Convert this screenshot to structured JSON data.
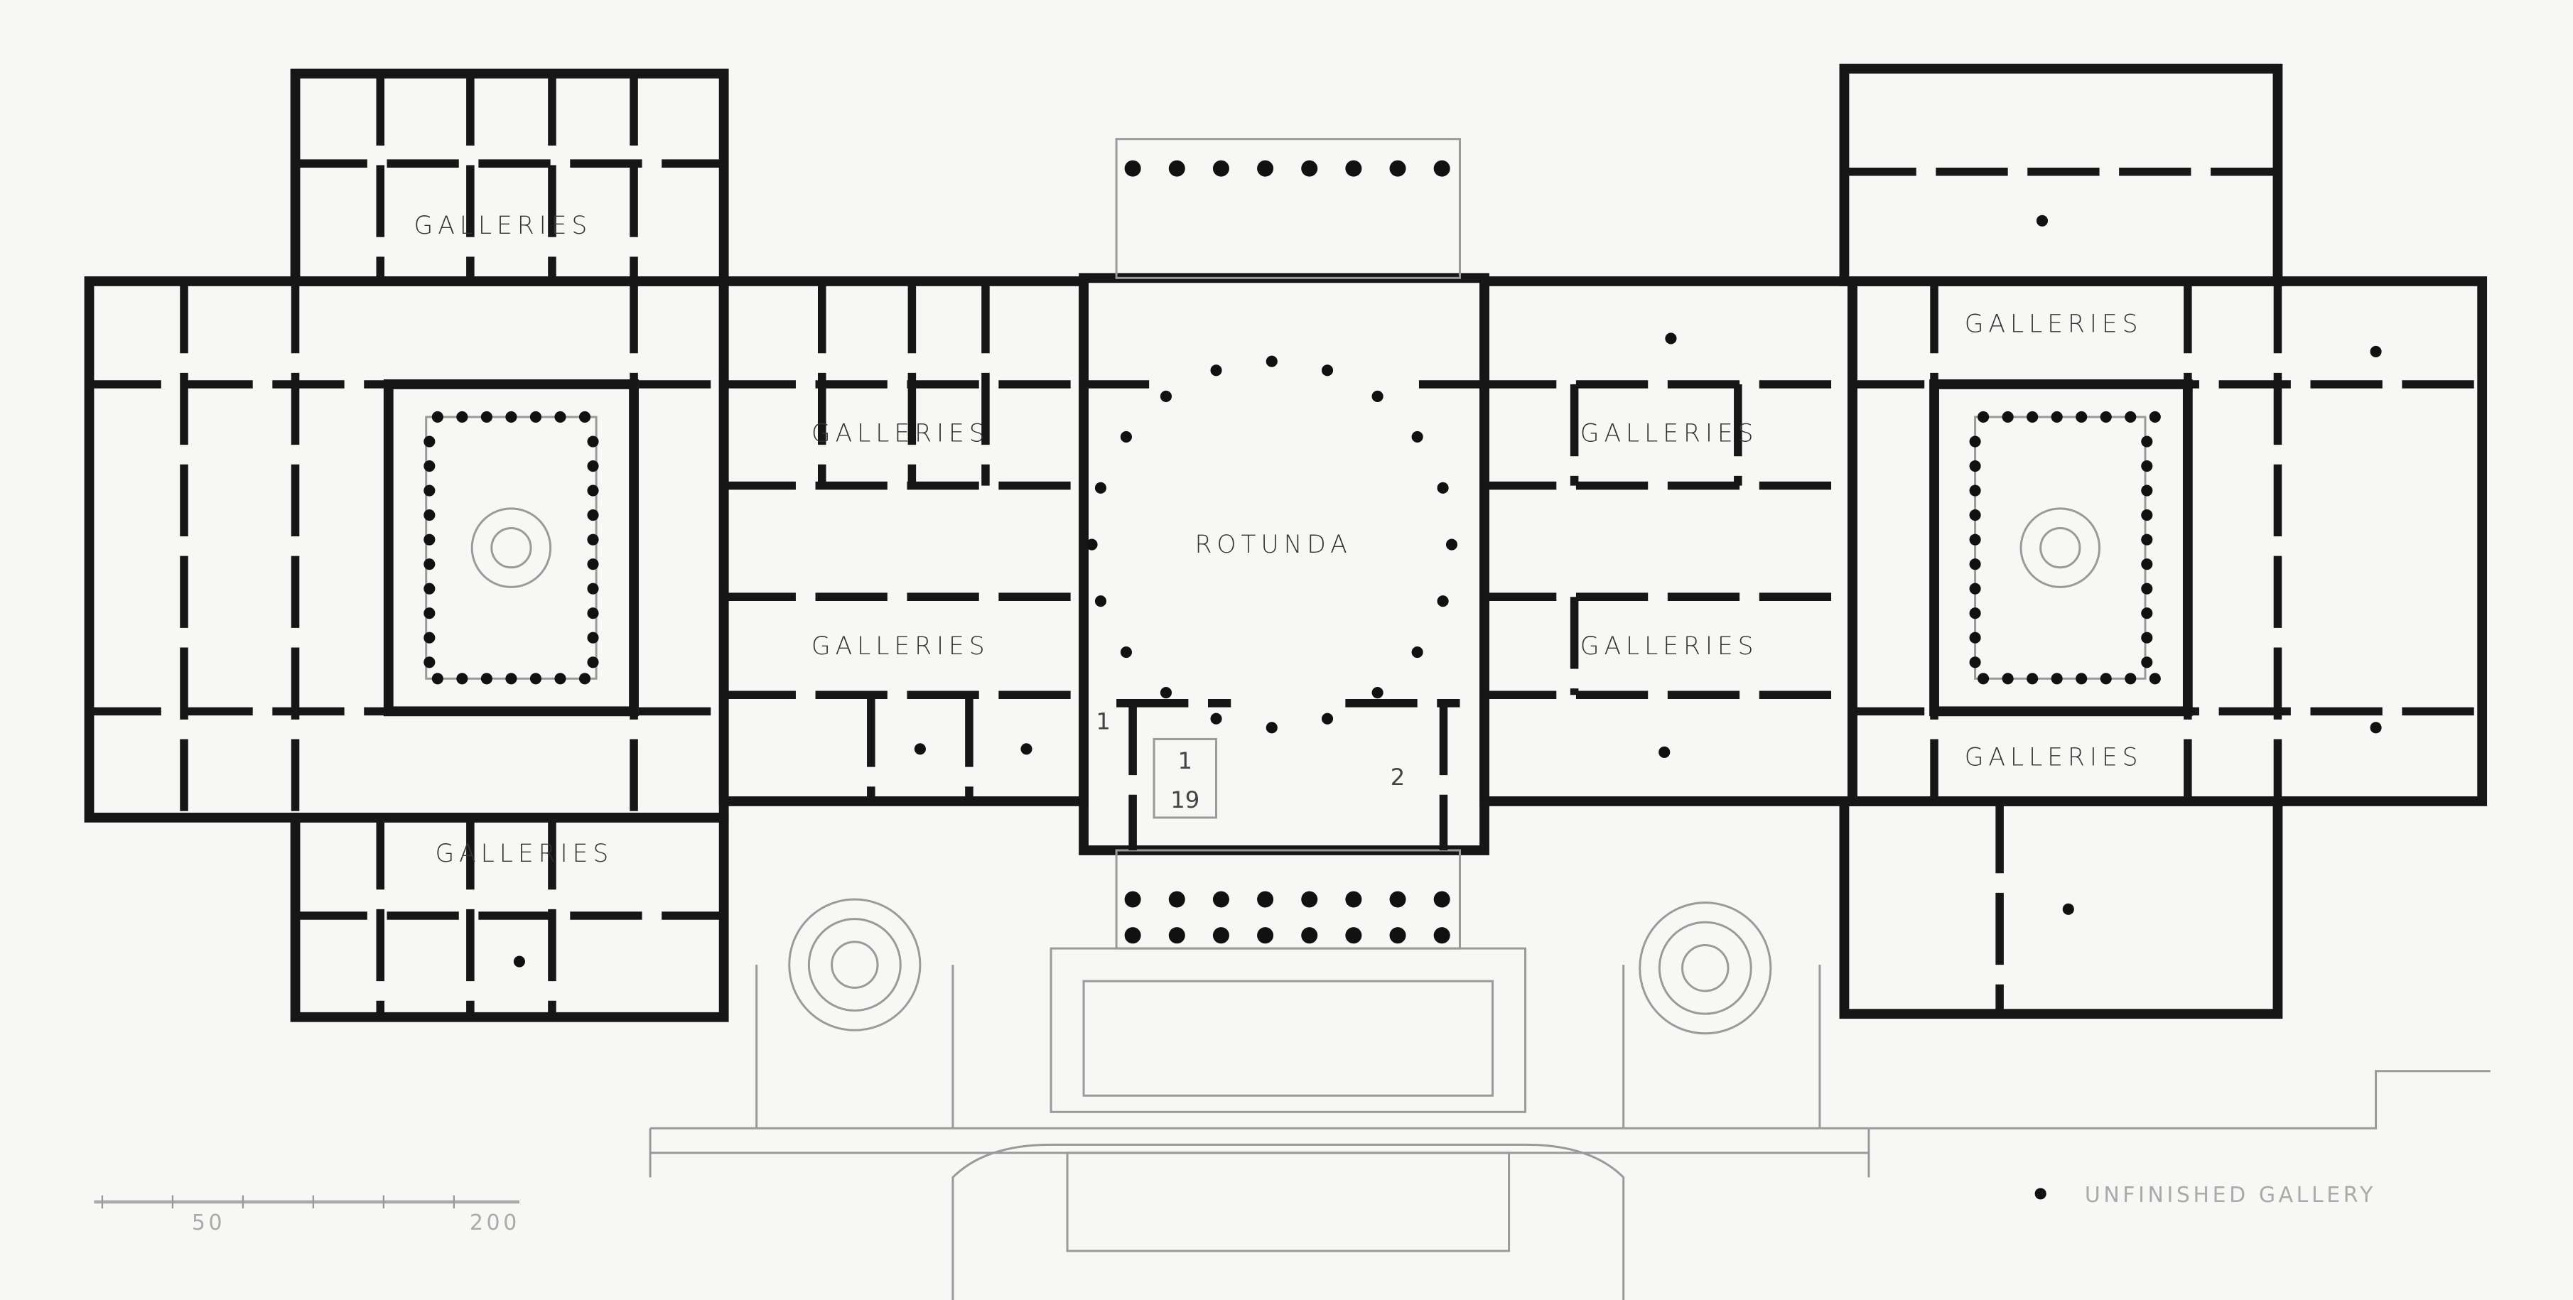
{
  "plan": {
    "rooms": {
      "galleries_nw": "GALLERIES",
      "galleries_left_upper": "GALLERIES",
      "galleries_left_lower": "GALLERIES",
      "galleries_sw": "GALLERIES",
      "galleries_right_upper": "GALLERIES",
      "galleries_right_lower": "GALLERIES",
      "galleries_ne": "GALLERIES",
      "galleries_se": "GALLERIES",
      "rotunda": "ROTUNDA"
    },
    "room_numbers": {
      "left_corridor": "1",
      "room_a_top": "1",
      "room_a_bottom": "19",
      "room_b": "2"
    }
  },
  "legend": {
    "unfinished_gallery": "UNFINISHED GALLERY"
  },
  "scale_bar": {
    "label_start": "50",
    "label_end": "200"
  },
  "colors": {
    "wall": "#161616",
    "paper": "#f7f7f5"
  }
}
